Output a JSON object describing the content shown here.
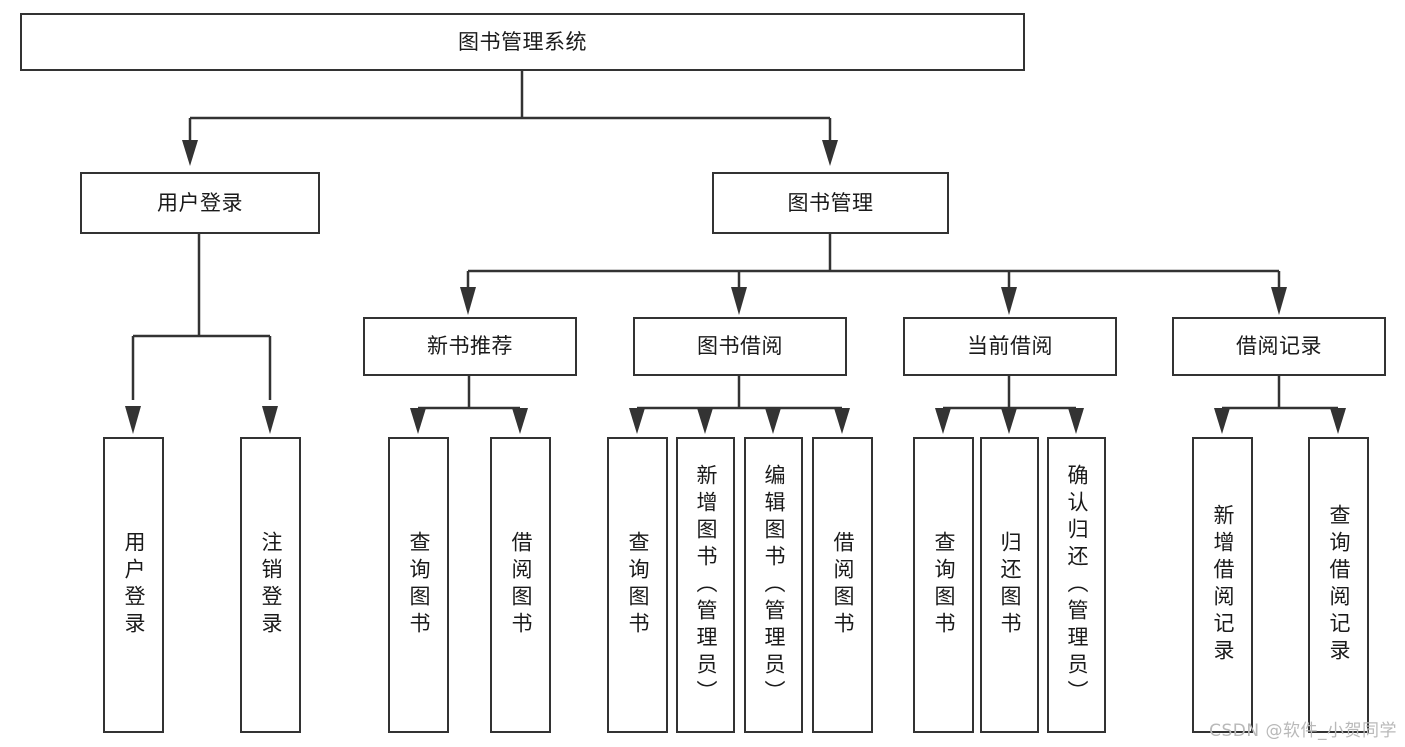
{
  "diagram": {
    "type": "tree-hierarchy",
    "title_text": "图书管理系统",
    "root": {
      "id": "root",
      "label": "图书管理系统"
    },
    "level2": [
      {
        "id": "user-login",
        "label": "用户登录"
      },
      {
        "id": "book-management",
        "label": "图书管理"
      }
    ],
    "level3": [
      {
        "id": "new-book-recommend",
        "label": "新书推荐"
      },
      {
        "id": "book-borrow",
        "label": "图书借阅"
      },
      {
        "id": "current-borrow",
        "label": "当前借阅"
      },
      {
        "id": "borrow-record",
        "label": "借阅记录"
      }
    ],
    "leaves": [
      {
        "id": "leaf-user-login",
        "label": "用户登录",
        "parent": "user-login"
      },
      {
        "id": "leaf-user-logout",
        "label": "注销登录",
        "parent": "user-login"
      },
      {
        "id": "leaf-query-book-1",
        "label": "查询图书",
        "parent": "new-book-recommend"
      },
      {
        "id": "leaf-borrow-book-1",
        "label": "借阅图书",
        "parent": "new-book-recommend"
      },
      {
        "id": "leaf-query-book-2",
        "label": "查询图书",
        "parent": "book-borrow"
      },
      {
        "id": "leaf-add-book",
        "label": "新增图书（管理员）",
        "parent": "book-borrow"
      },
      {
        "id": "leaf-edit-book",
        "label": "编辑图书（管理员）",
        "parent": "book-borrow"
      },
      {
        "id": "leaf-borrow-book-2",
        "label": "借阅图书",
        "parent": "book-borrow"
      },
      {
        "id": "leaf-query-book-3",
        "label": "查询图书",
        "parent": "current-borrow"
      },
      {
        "id": "leaf-return-book",
        "label": "归还图书",
        "parent": "current-borrow"
      },
      {
        "id": "leaf-confirm-return",
        "label": "确认归还（管理员）",
        "parent": "current-borrow"
      },
      {
        "id": "leaf-add-record",
        "label": "新增借阅记录",
        "parent": "borrow-record"
      },
      {
        "id": "leaf-query-record",
        "label": "查询借阅记录",
        "parent": "borrow-record"
      }
    ],
    "colors": {
      "stroke": "#333333",
      "fill": "#ffffff",
      "text": "#1a1a1a",
      "watermark": "#b9b9b9"
    }
  },
  "watermark": {
    "text": "CSDN @软件_小贺同学"
  }
}
